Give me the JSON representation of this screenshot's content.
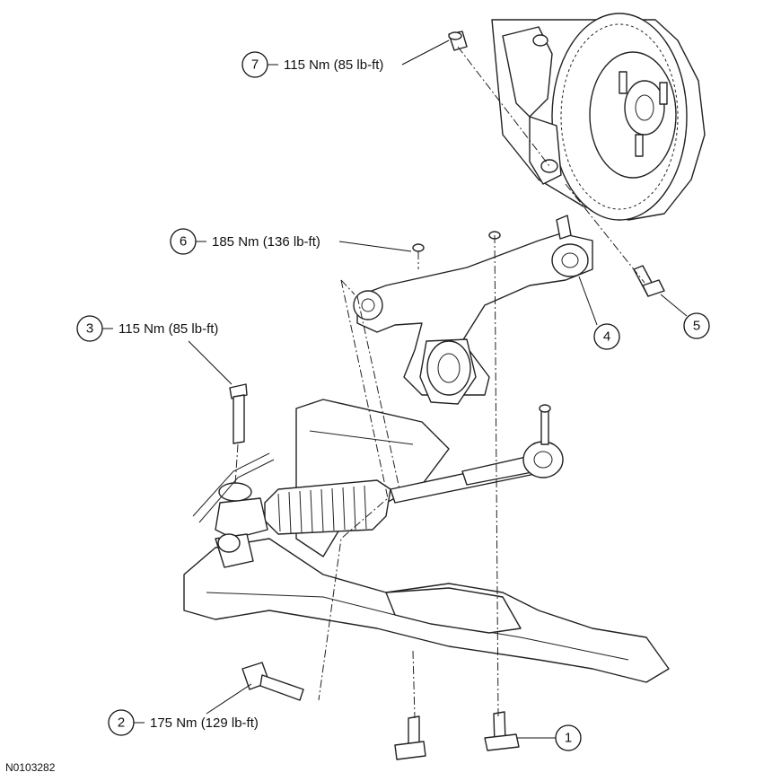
{
  "figure_id": "N0103282",
  "callouts": [
    {
      "number": "1",
      "label": ""
    },
    {
      "number": "2",
      "label": "175 Nm (129 lb-ft)"
    },
    {
      "number": "3",
      "label": "115 Nm (85 lb-ft)"
    },
    {
      "number": "4",
      "label": ""
    },
    {
      "number": "5",
      "label": ""
    },
    {
      "number": "6",
      "label": "185 Nm (136 lb-ft)"
    },
    {
      "number": "7",
      "label": "115 Nm (85 lb-ft)"
    }
  ]
}
